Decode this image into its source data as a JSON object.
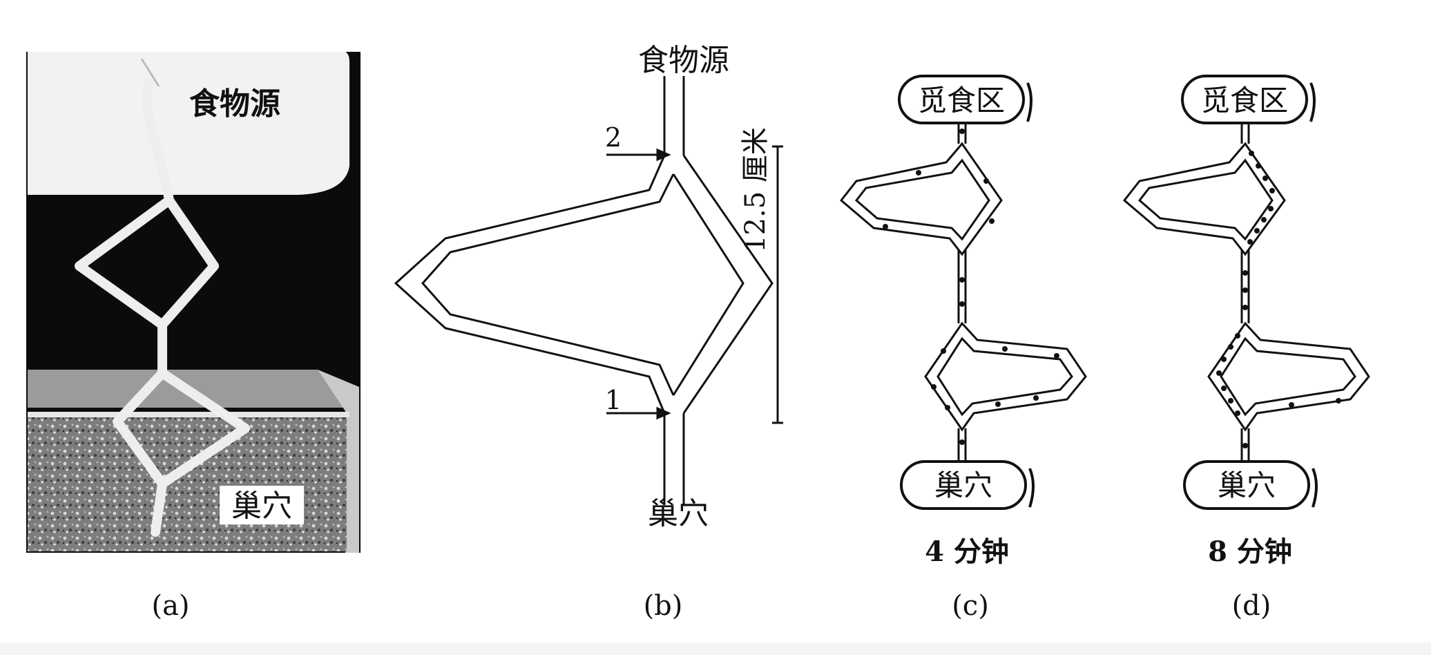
{
  "panels": {
    "a": {
      "caption": "(a)",
      "food_label": "食物源",
      "nest_label": "巢穴"
    },
    "b": {
      "caption": "(b)",
      "food_label": "食物源",
      "nest_label": "巢穴",
      "marker_1": "1",
      "marker_2": "2",
      "distance_label": "12.5 厘米"
    },
    "c": {
      "caption": "(c)",
      "forage_label": "觅食区",
      "nest_label": "巢穴",
      "time_label": "4 分钟"
    },
    "d": {
      "caption": "(d)",
      "forage_label": "觅食区",
      "nest_label": "巢穴",
      "time_label": "8 分钟"
    }
  },
  "colors": {
    "ink": "#111111",
    "photo_dark": "#0b0b0b",
    "photo_light": "#f2f2f2",
    "soil": "#8a8a8a"
  }
}
